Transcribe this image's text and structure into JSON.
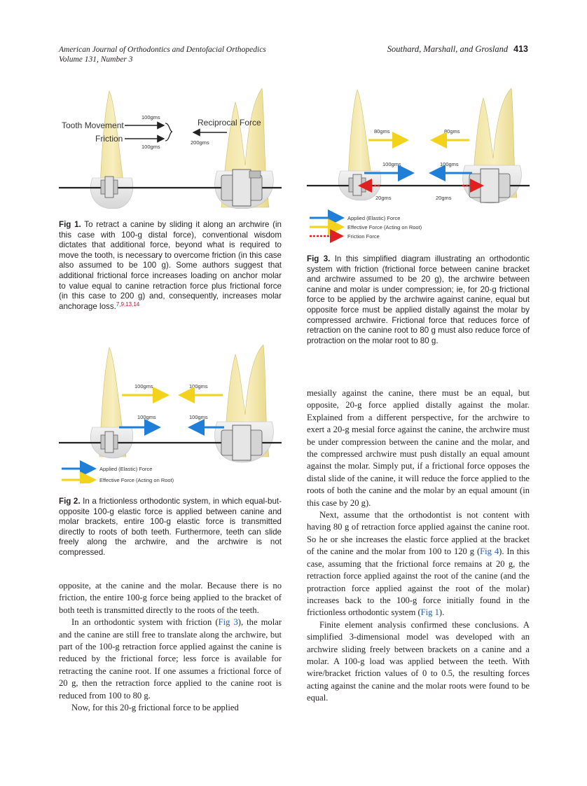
{
  "header": {
    "journal_line1": "American Journal of Orthodontics and Dentofacial Orthopedics",
    "journal_line2": "Volume 131, Number 3",
    "authors": "Southard, Marshall, and Grosland",
    "page_number": "413"
  },
  "fig1": {
    "tooth_movement": "Tooth Movement",
    "friction": "Friction",
    "reciprocal_force": "Reciprocal Force",
    "top_value": "100gms",
    "bottom_value": "100gms",
    "total_value": "200gms",
    "caption_label": "Fig 1.",
    "caption_text": "To retract a canine by sliding it along an archwire (in this case with 100-g distal force), conventional wisdom dictates that additional force, beyond what is required to move the tooth, is necessary to overcome friction (in this case also assumed to be 100 g). Some authors suggest that additional frictional force increases loading on anchor molar to value equal to canine retraction force plus frictional force (in this case to 200 g) and, consequently, increases molar anchorage loss.",
    "caption_refs": "7,9,13,14"
  },
  "fig2": {
    "yellow_left": "100gms",
    "yellow_right": "100gms",
    "blue_left": "100gms",
    "blue_right": "100gms",
    "legend_applied": "Applied (Elastic) Force",
    "legend_effective": "Effective Force (Acting on Root)",
    "caption_label": "Fig 2.",
    "caption_text": "In a frictionless orthodontic system, in which equal-but-opposite 100-g elastic force is applied between canine and molar brackets, entire 100-g elastic force is transmitted directly to roots of both teeth. Furthermore, teeth can slide freely along the archwire, and the archwire is not compressed."
  },
  "fig3": {
    "yellow_left": "80gms",
    "yellow_right": "80gms",
    "blue_left": "100gms",
    "blue_right": "100gms",
    "red_left": "20gms",
    "red_right": "20gms",
    "legend_applied": "Applied (Elastic) Force",
    "legend_effective": "Effective Force (Acting on Root)",
    "legend_friction": "Friction Force",
    "caption_label": "Fig 3.",
    "caption_text": "In this simplified diagram illustrating an orthodontic system with friction (frictional force between canine bracket and archwire assumed to be 20 g), the archwire between canine and molar is under compression; ie, for 20-g frictional force to be applied by the archwire against canine, equal but opposite force must be applied distally against the molar by compressed archwire. Frictional force that reduces force of retraction on the canine root to 80 g must also reduce force of protraction on the molar root to 80 g."
  },
  "left_column": {
    "p1": "opposite, at the canine and the molar. Because there is no friction, the entire 100-g force being applied to the bracket of both teeth is transmitted directly to the roots of the teeth.",
    "p2_a": "In an orthodontic system with friction (",
    "p2_link": "Fig 3",
    "p2_b": "), the molar and the canine are still free to translate along the archwire, but part of the 100-g retraction force applied against the canine is reduced by the frictional force; less force is available for retracting the canine root. If one assumes a frictional force of 20 g, then the retraction force applied to the canine root is reduced from 100 to 80 g.",
    "p3": "Now, for this 20-g frictional force to be applied"
  },
  "right_column": {
    "p1": "mesially against the canine, there must be an equal, but opposite, 20-g force applied distally against the molar. Explained from a different perspective, for the archwire to exert a 20-g mesial force against the canine, the archwire must be under compression between the canine and the molar, and the compressed archwire must push distally an equal amount against the molar. Simply put, if a frictional force opposes the distal slide of the canine, it will reduce the force applied to the roots of both the canine and the molar by an equal amount (in this case by 20 g).",
    "p2_a": "Next, assume that the orthodontist is not content with having 80 g of retraction force applied against the canine root. So he or she increases the elastic force applied at the bracket of the canine and the molar from 100 to 120 g (",
    "p2_link1": "Fig 4",
    "p2_b": "). In this case, assuming that the frictional force remains at 20 g, the retraction force applied against the root of the canine (and the protraction force applied against the root of the molar) increases back to the 100-g force initially found in the frictionless orthodontic system (",
    "p2_link2": "Fig 1",
    "p2_c": ").",
    "p3": "Finite element analysis confirmed these conclusions. A simplified 3-dimensional model was developed with an archwire sliding freely between brackets on a canine and a molar. A 100-g load was applied between the teeth. With wire/bracket friction values of 0 to 0.5, the resulting forces acting against the canine and the molar roots were found to be equal."
  },
  "colors": {
    "applied": "#1f7fd8",
    "effective": "#f2d21a",
    "friction": "#e02020",
    "tooth": "#f3e8a6",
    "link": "#2060c0",
    "ref": "#c8102e"
  }
}
